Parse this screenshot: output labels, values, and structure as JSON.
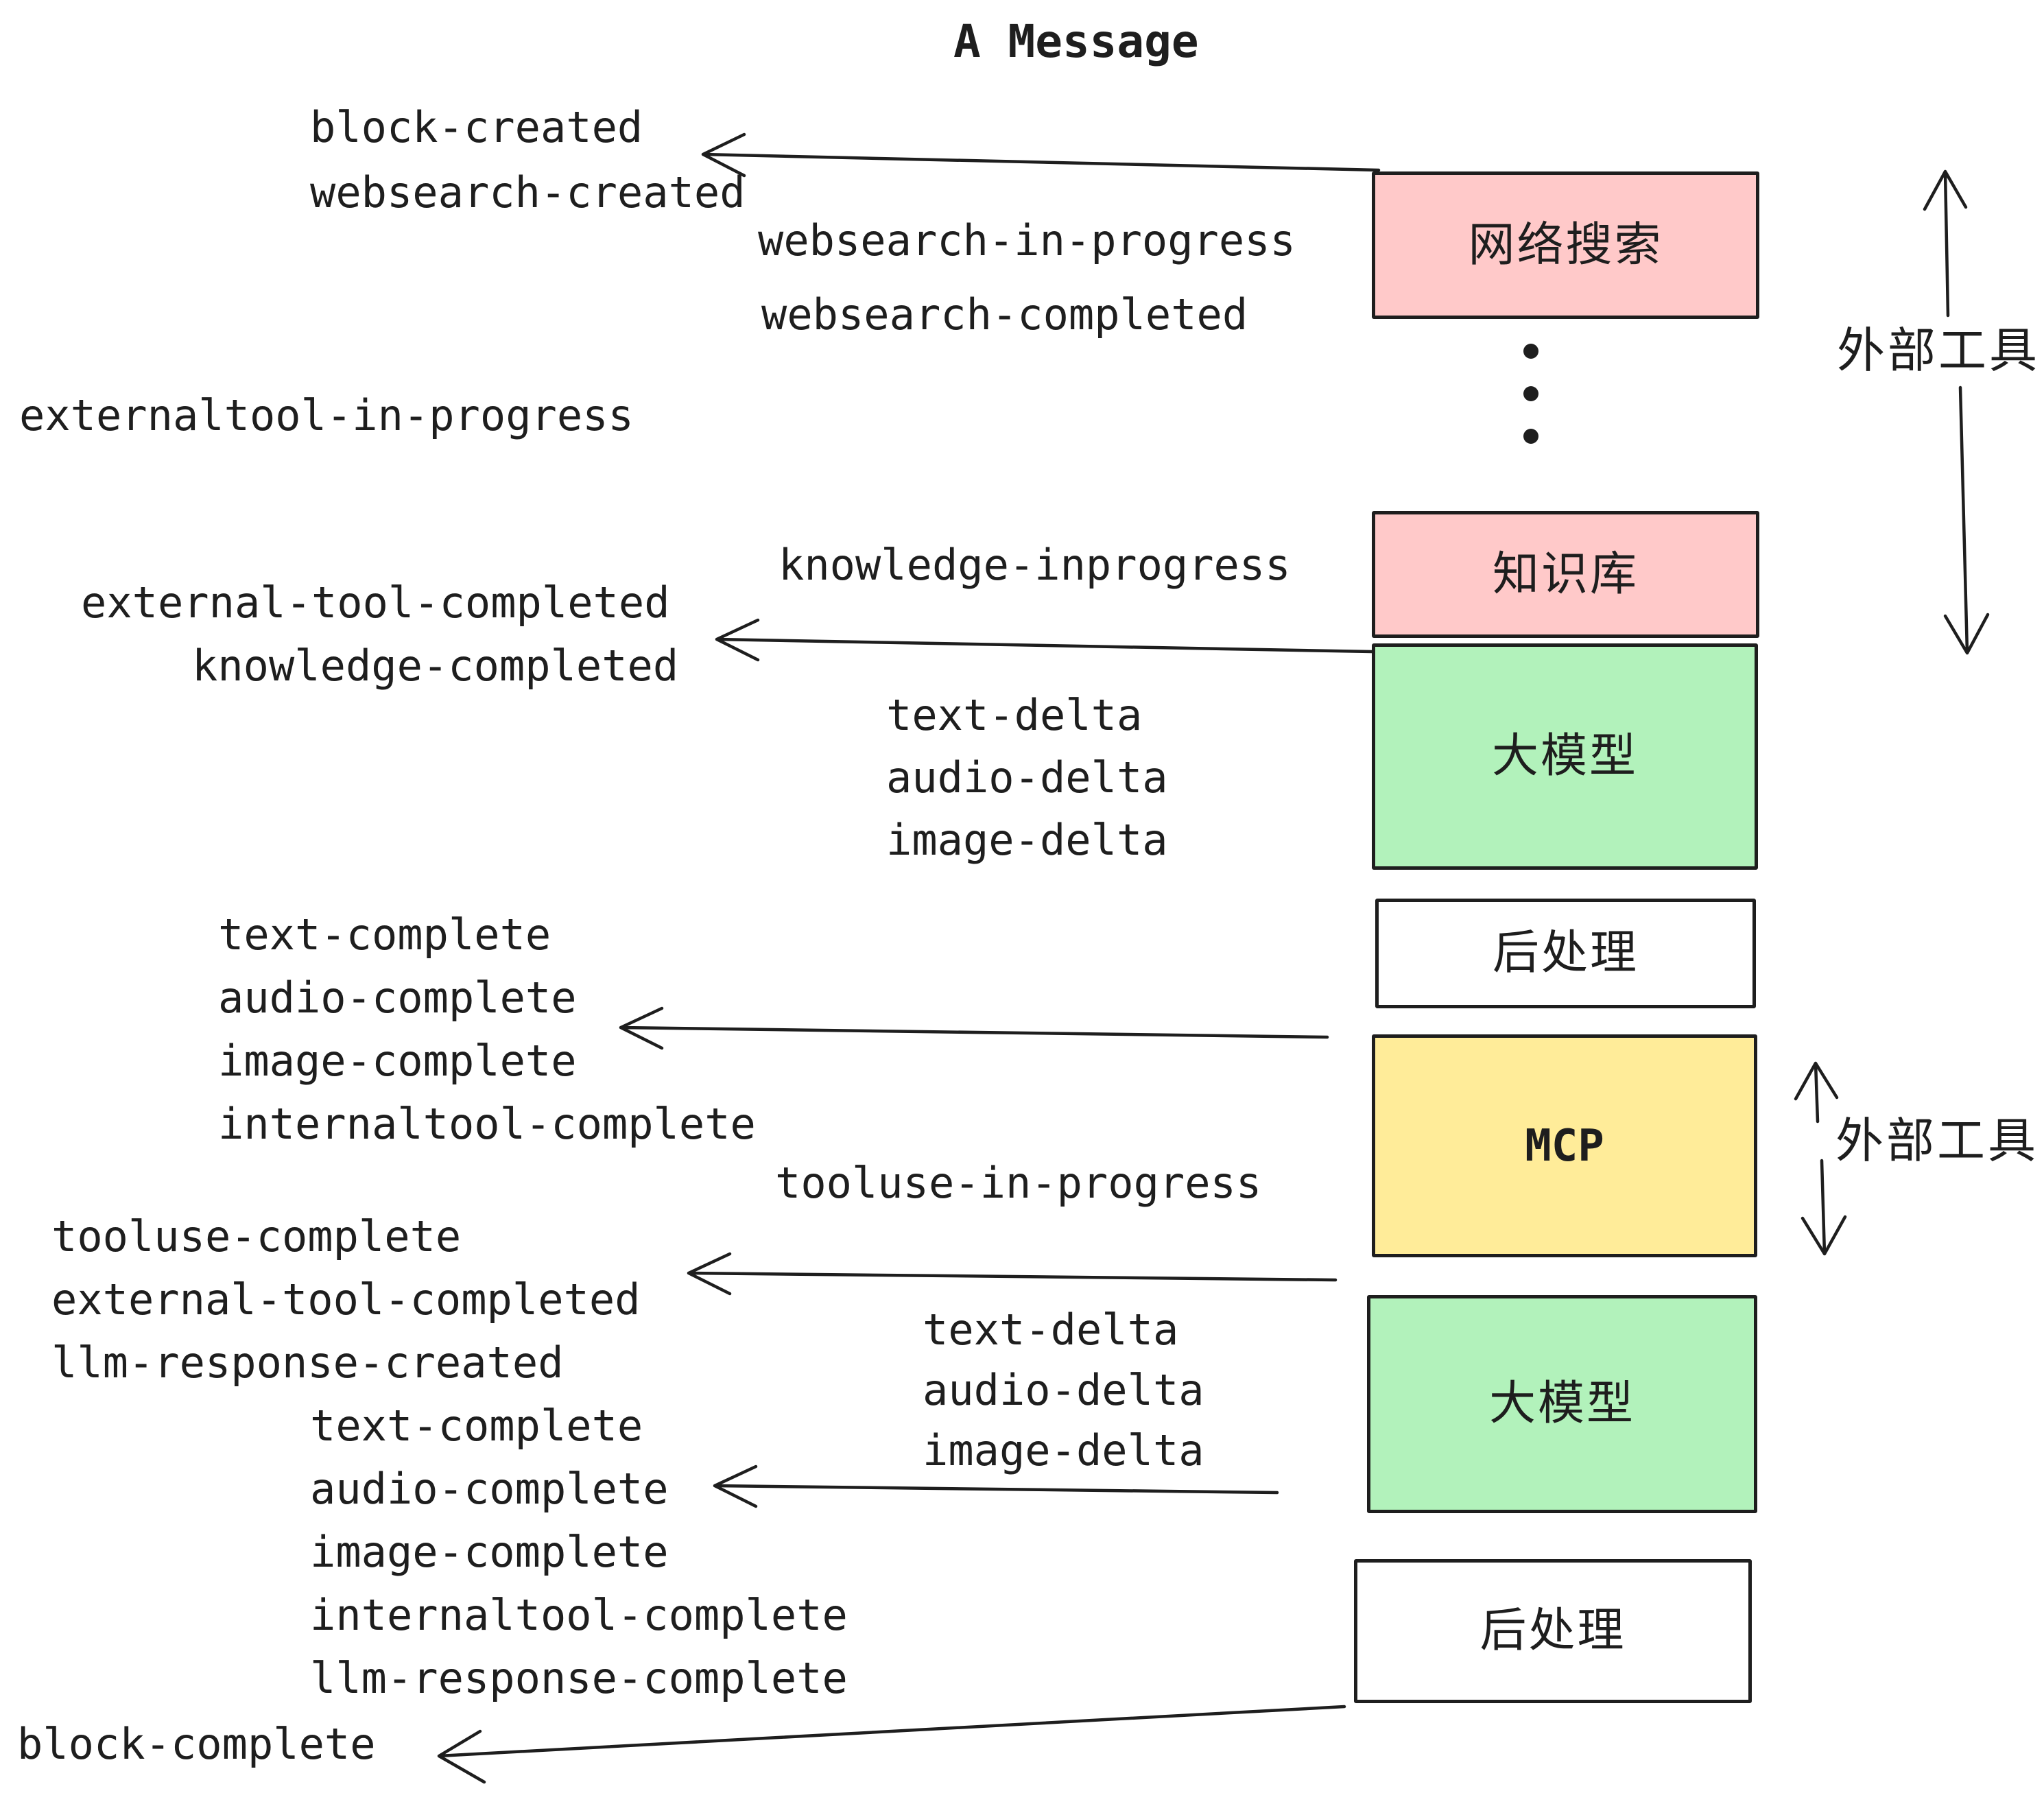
{
  "title": "A Message",
  "colors": {
    "ink": "#1e1e1e",
    "pink": "#ffc9c9",
    "green": "#b2f2bb",
    "yellow": "#ffec99",
    "white": "#ffffff"
  },
  "boxes": [
    {
      "id": "websearch",
      "label": "网络搜索",
      "color": "#ffc9c9"
    },
    {
      "id": "knowledge",
      "label": "知识库",
      "color": "#ffc9c9"
    },
    {
      "id": "llm-1",
      "label": "大模型",
      "color": "#b2f2bb"
    },
    {
      "id": "post-1",
      "label": "后处理",
      "color": "#ffffff"
    },
    {
      "id": "mcp",
      "label": "MCP",
      "color": "#ffec99"
    },
    {
      "id": "llm-2",
      "label": "大模型",
      "color": "#b2f2bb"
    },
    {
      "id": "post-2",
      "label": "后处理",
      "color": "#ffffff"
    }
  ],
  "events": [
    {
      "text": "block-created"
    },
    {
      "text": "websearch-created"
    },
    {
      "text": "websearch-in-progress"
    },
    {
      "text": "websearch-completed"
    },
    {
      "text": "externaltool-in-progress"
    },
    {
      "text": "knowledge-inprogress"
    },
    {
      "text": "external-tool-completed"
    },
    {
      "text": "knowledge-completed"
    },
    {
      "text": "text-delta"
    },
    {
      "text": "audio-delta"
    },
    {
      "text": "image-delta"
    },
    {
      "text": "text-complete"
    },
    {
      "text": "audio-complete"
    },
    {
      "text": "image-complete"
    },
    {
      "text": "internaltool-complete"
    },
    {
      "text": "tooluse-in-progress"
    },
    {
      "text": "tooluse-complete"
    },
    {
      "text": "external-tool-completed"
    },
    {
      "text": "llm-response-created"
    },
    {
      "text": "text-complete"
    },
    {
      "text": "audio-complete"
    },
    {
      "text": "image-complete"
    },
    {
      "text": "internaltool-complete"
    },
    {
      "text": "llm-response-complete"
    },
    {
      "text": "block-complete"
    }
  ],
  "annotations": [
    {
      "label": "外部工具"
    },
    {
      "label": "外部工具"
    }
  ]
}
